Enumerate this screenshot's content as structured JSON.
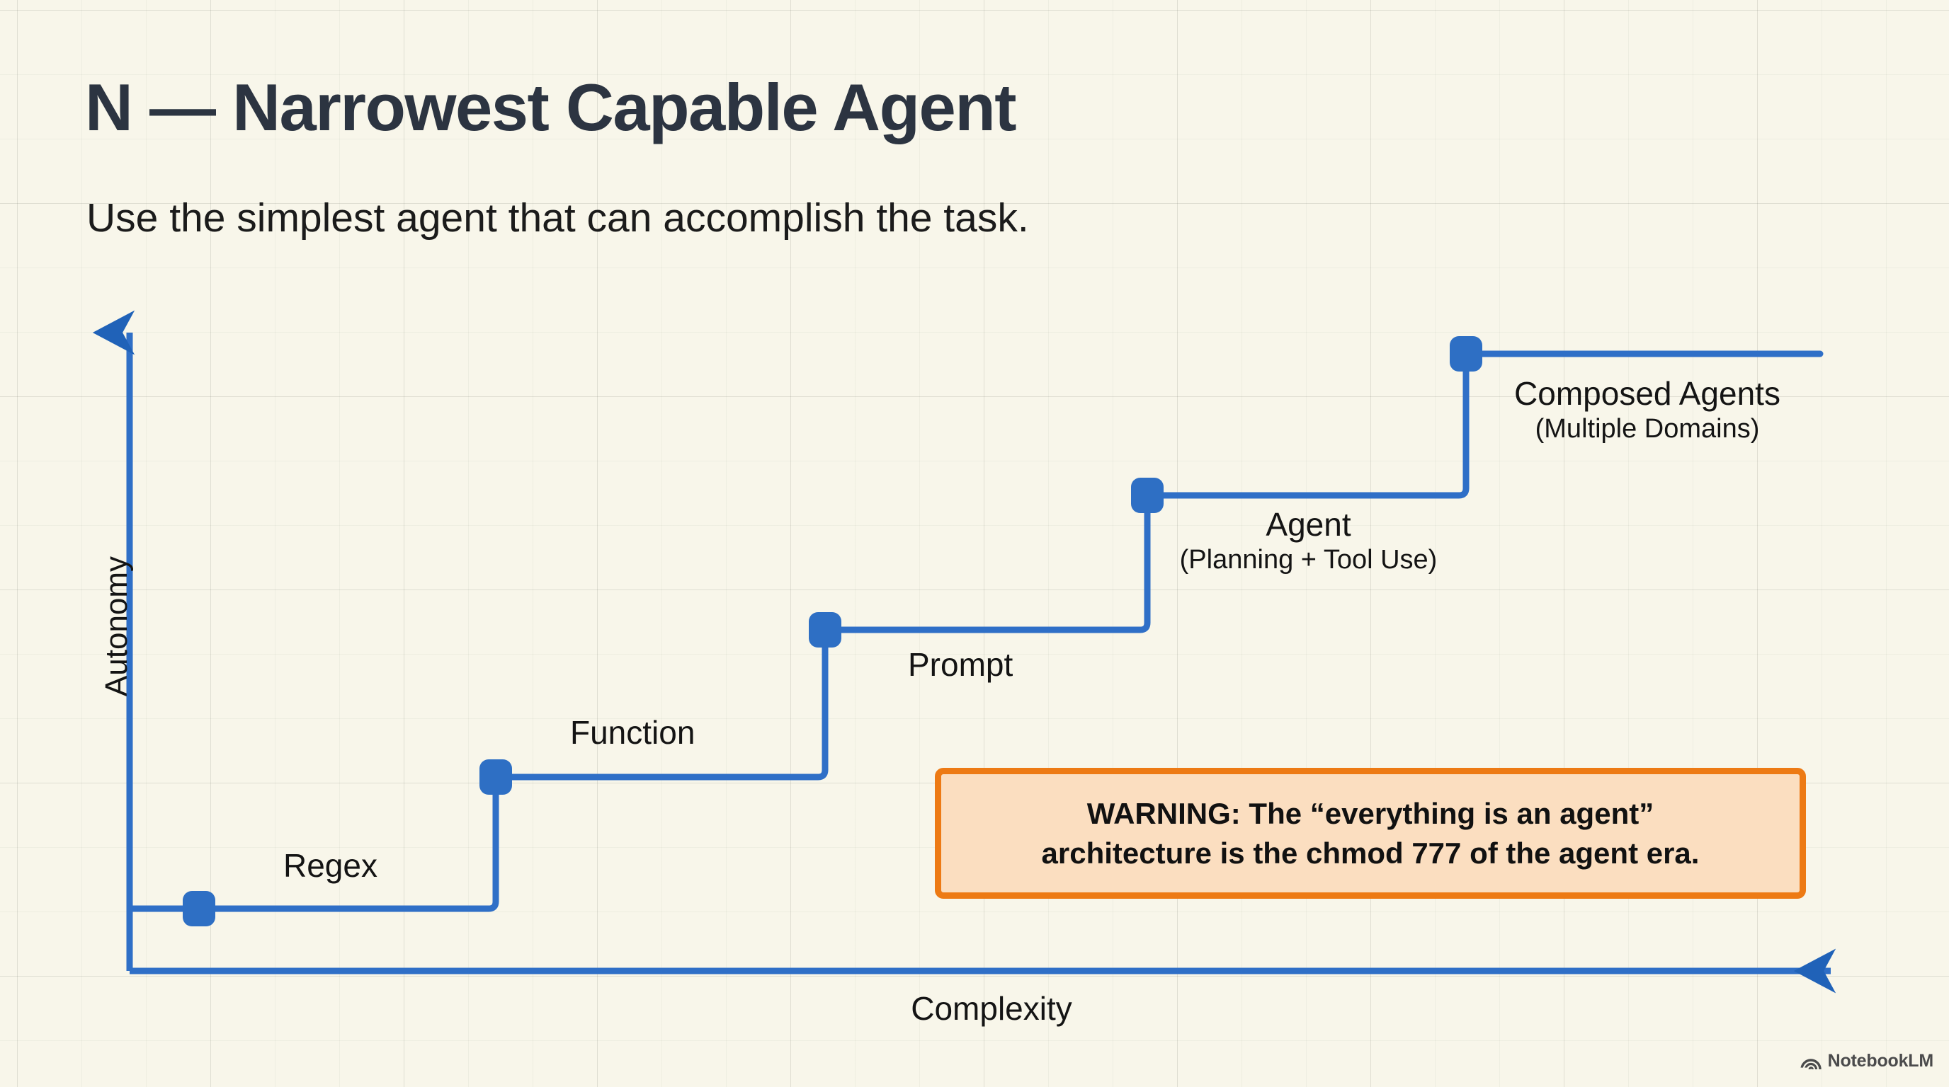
{
  "header": {
    "title": "N — Narrowest Capable Agent",
    "subtitle": "Use the simplest agent that can accomplish the task."
  },
  "warning": {
    "line1": "WARNING: The “everything is an agent”",
    "line2": "architecture is the chmod 777 of the agent era."
  },
  "watermark": {
    "label": "NotebookLM",
    "icon": "notebooklm-spiral-icon"
  },
  "colors": {
    "background": "#f8f6ea",
    "grid_major": "#78786e",
    "title_text": "#2c3441",
    "body_text": "#141414",
    "chart_line": "#2f6fc7",
    "marker_fill": "#2e6fc4",
    "warning_border": "#ed7a14",
    "warning_fill": "#fbdec0"
  },
  "chart_data": {
    "type": "line",
    "title": "",
    "xlabel": "Complexity",
    "ylabel": "Autonomy",
    "grid": true,
    "legend": false,
    "axis_style": "arrow",
    "note": "Monotonic step/staircase curve: autonomy rises with complexity. Five labelled tiers, each marked by a rounded square node at a step corner.",
    "categories": [
      "Regex",
      "Function",
      "Prompt",
      "Agent",
      "Composed Agents"
    ],
    "values": [
      1,
      2,
      3,
      4,
      5
    ],
    "xlim": [
      0,
      5.6
    ],
    "ylim": [
      0,
      5.6
    ],
    "points": [
      {
        "label": "Regex",
        "sublabel": "",
        "x": 0.45,
        "y": 1
      },
      {
        "label": "Function",
        "sublabel": "",
        "x": 1.3,
        "y": 2
      },
      {
        "label": "Prompt",
        "sublabel": "",
        "x": 2.2,
        "y": 3
      },
      {
        "label": "Agent",
        "sublabel": "(Planning + Tool Use)",
        "x": 3.25,
        "y": 4
      },
      {
        "label": "Composed Agents",
        "sublabel": "(Multiple Domains)",
        "x": 4.35,
        "y": 5
      }
    ],
    "labels": {
      "regex": "Regex",
      "function": "Function",
      "prompt": "Prompt",
      "agent": "Agent",
      "agent_sub": "(Planning + Tool Use)",
      "composed": "Composed Agents",
      "composed_sub": "(Multiple Domains)"
    }
  }
}
